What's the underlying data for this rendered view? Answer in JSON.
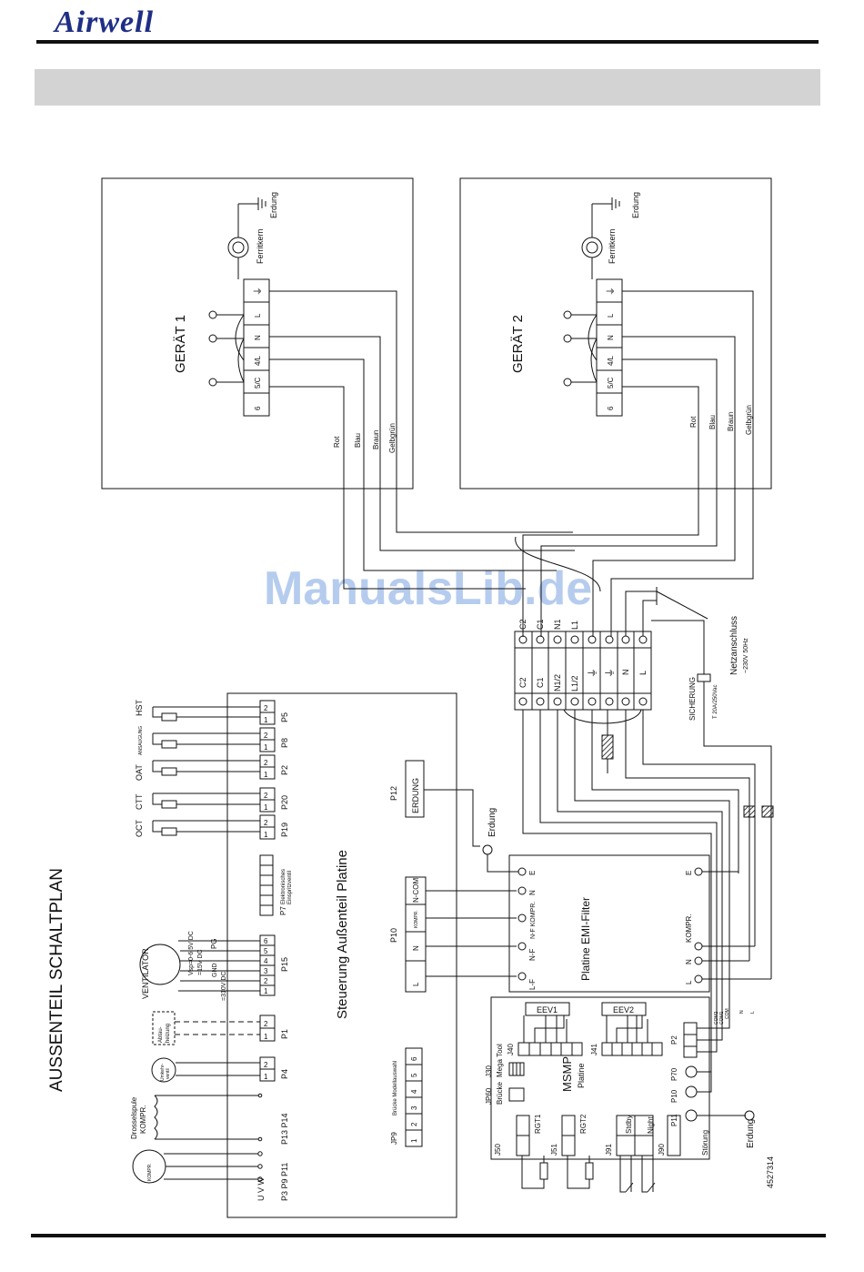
{
  "header": {
    "brand": "Airwell"
  },
  "watermark": "ManualsLib.de",
  "document_id": "4527314",
  "diagram": {
    "title": "AUSSENTEIL SCHALTPLAN",
    "unit1": {
      "title": "GERÄT 1",
      "terminals": [
        "6",
        "5/C",
        "4/L",
        "N",
        "L",
        "⏚"
      ],
      "ferrite": "Ferritkern",
      "ground": "Erdung",
      "wires": [
        "Rot",
        "Blau",
        "Braun",
        "Gelbgrün"
      ]
    },
    "unit2": {
      "title": "GERÄT 2",
      "terminals": [
        "6",
        "5/C",
        "4/L",
        "N",
        "L",
        "⏚"
      ],
      "ferrite": "Ferritkern",
      "ground": "Erdung",
      "wires": [
        "Rot",
        "Blau",
        "Braun",
        "Gelbgrün"
      ]
    },
    "terminal_block": {
      "top_labels": [
        "C2",
        "C1",
        "N1",
        "L1"
      ],
      "bottom_labels": [
        "C2",
        "C1",
        "N1/2",
        "L1/2",
        "⏚",
        "⏚",
        "N",
        "L"
      ]
    },
    "mains": {
      "label": "Netzanschluss",
      "spec": "~230V 50Hz"
    },
    "fuse": {
      "label": "SICHERUNG",
      "spec": "T 20A/250Vac"
    },
    "control_board": {
      "title": "Steuerung Außenteil Platine",
      "connectors": {
        "P5": "P5",
        "P8": "P8",
        "P2": "P2",
        "P20": "P20",
        "P19": "P19",
        "P7": "P7",
        "P7_desc1": "Elektronisches",
        "P7_desc2": "Einspritzventil",
        "P15": "P15",
        "P1": "P1",
        "P4": "P4",
        "P13_P14": "P13  P14",
        "P3_P11": "P3  P9 P11",
        "P12": "P12",
        "P10": "P10",
        "JP9": "JP9",
        "JP9_desc": "Brücke Modellauswahl"
      },
      "sensors": {
        "hst": "HST",
        "ansaug": "ANSAUGUNG",
        "oat": "OAT",
        "ctt": "CTT",
        "oct": "OCT"
      },
      "fan": {
        "label": "VENTILATOR",
        "pins": [
          "PG",
          "Vsp=0-6.5V DC",
          "=15V DC",
          "GND",
          "=310V DC"
        ]
      },
      "heater": {
        "line1": "Abtau-",
        "line2": "heizung"
      },
      "reversing_valve": {
        "line1": "Umkehr-",
        "line2": "ventil"
      },
      "choke": {
        "line1": "Drosselspule",
        "line2": "KOMPR."
      },
      "compressor": "KOMPR.",
      "compressor_pins": "U  V  W",
      "erdung_label": "ERDUNG",
      "p10_pins": [
        "L",
        "N",
        "KOMPR.",
        "N-COM"
      ],
      "jp9_pins": [
        "1",
        "2",
        "3",
        "4",
        "5",
        "6"
      ]
    },
    "emi_filter": {
      "title": "Platine EMI-Filter",
      "left_pins": [
        "E",
        "N",
        "N-F KOMPR.",
        "N-F",
        "L-F"
      ],
      "right_pins": [
        "E",
        "KOMPR.",
        "N",
        "L"
      ]
    },
    "ground_label": "Erdung",
    "msmp": {
      "title": "MSMP",
      "subtitle": "Platine",
      "EEV1": "EEV1",
      "EEV2": "EEV2",
      "J40": "J40",
      "J41": "J41",
      "J30": "J30",
      "J30_desc1": "Mega Tool",
      "JP60": "JP60",
      "JP60_desc": "Brücke",
      "J50": "J50",
      "RGT1": "RGT1",
      "J51": "J51",
      "RGT2": "RGT2",
      "J91": "J91",
      "Stdby": "Stdby",
      "Night": "Night",
      "J90": "J90",
      "Stoerung": "Störung",
      "P2": "P2",
      "P70": "P70",
      "P10": "P10",
      "P11": "P11",
      "com_labels": [
        "COM2",
        "COM1",
        "COM",
        "N",
        "L"
      ],
      "ground": "Erdung"
    }
  }
}
